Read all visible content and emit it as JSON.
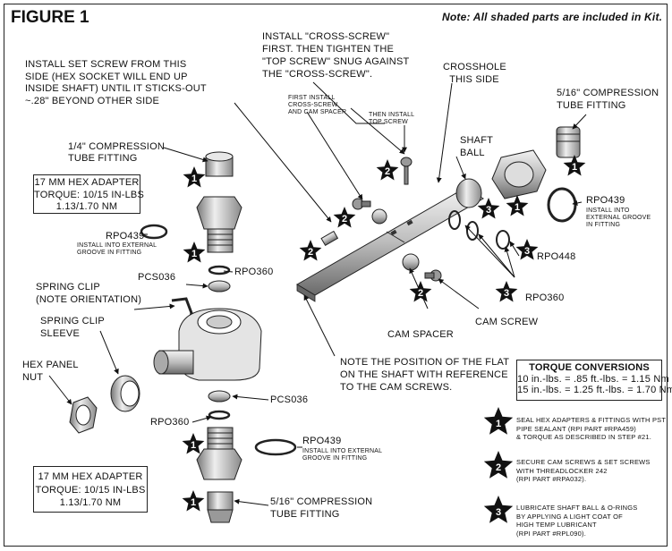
{
  "figure_title": "FIGURE 1",
  "note": "Note: All shaded parts are included in Kit.",
  "callouts": {
    "cross_screw_instr": [
      "INSTALL \"CROSS-SCREW\"",
      "FIRST. THEN TIGHTEN THE",
      "\"TOP SCREW\" SNUG AGAINST",
      "THE \"CROSS-SCREW\"."
    ],
    "set_screw_instr": [
      "INSTALL SET SCREW FROM THIS",
      "SIDE (HEX SOCKET WILL END UP",
      "INSIDE SHAFT) UNTIL IT STICKS-OUT",
      "~.28\" BEYOND OTHER SIDE"
    ],
    "first_install": [
      "FIRST INSTALL",
      "CROSS-SCREW",
      "AND CAM SPACER"
    ],
    "then_install": [
      "THEN INSTALL",
      "TOP SCREW"
    ],
    "crosshole": [
      "CROSSHOLE",
      "THIS SIDE"
    ],
    "shaft_ball": [
      "SHAFT",
      "BALL"
    ],
    "comp_5_16_top": [
      "5/16\" COMPRESSION",
      "TUBE FITTING"
    ],
    "comp_1_4": [
      "1/4\" COMPRESSION",
      "TUBE FITTING"
    ],
    "rpo439_right_label": "RPO439",
    "rpo439_right_sub": [
      "INSTALL INTO",
      "EXTERNAL GROOVE",
      "IN FITTING"
    ],
    "rpo439_left_label": "RPO439",
    "rpo439_left_sub": [
      "INSTALL INTO EXTERNAL",
      "GROOVE IN FITTING"
    ],
    "rpo448": "RPO448",
    "rpo360_right": "RPO360",
    "rpo360_upper": "RPO360",
    "pcs036_upper": "PCS036",
    "spring_clip": [
      "SPRING CLIP",
      "(NOTE ORIENTATION)"
    ],
    "spring_clip_sleeve": [
      "SPRING CLIP",
      "SLEEVE"
    ],
    "hex_panel_nut": [
      "HEX PANEL",
      "NUT"
    ],
    "cam_spacer": "CAM SPACER",
    "cam_screw": "CAM SCREW",
    "flat_note": [
      "NOTE THE POSITION OF THE FLAT",
      "ON THE SHAFT WITH REFERENCE",
      "TO THE CAM SCREWS."
    ],
    "pcs036_lower": "PCS036",
    "rpo360_lower": "RPO360",
    "rpo439_bottom_label": "RPO439",
    "rpo439_bottom_sub": [
      "INSTALL INTO EXTERNAL",
      "GROOVE IN FITTING"
    ],
    "comp_5_16_bottom": [
      "5/16\" COMPRESSION",
      "TUBE FITTING"
    ]
  },
  "hex_adapter_top": [
    "17 MM HEX ADAPTER",
    "TORQUE: 10/15 IN-LBS",
    "1.13/1.70 NM"
  ],
  "hex_adapter_bottom": [
    "17 MM HEX ADAPTER",
    "TORQUE: 10/15 IN-LBS",
    "1.13/1.70 NM"
  ],
  "torque_conversions": {
    "title": "TORQUE CONVERSIONS",
    "rows": [
      "10 in.-lbs. = .85 ft.-lbs. = 1.15 Nm",
      "15 in.-lbs. = 1.25 ft.-lbs. = 1.70 Nm"
    ]
  },
  "legend": [
    {
      "num": "1",
      "lines": [
        "SEAL HEX ADAPTERS & FITTINGS WITH PST",
        "PIPE SEALANT (RPI PART #RPA459)",
        "& TORQUE AS DESCRIBED IN STEP #21."
      ]
    },
    {
      "num": "2",
      "lines": [
        "SECURE CAM SCREWS & SET SCREWS",
        "WITH THREADLOCKER 242",
        "(RPI PART #RPA032)."
      ]
    },
    {
      "num": "3",
      "lines": [
        "LUBRICATE SHAFT BALL & O-RINGS",
        "BY APPLYING A LIGHT COAT OF",
        "HIGH TEMP LUBRICANT",
        "(RPI PART #RPL090)."
      ]
    }
  ],
  "star_markers": [
    "1",
    "1",
    "1",
    "1",
    "1",
    "1",
    "2",
    "2",
    "2",
    "2",
    "3",
    "3",
    "3"
  ]
}
